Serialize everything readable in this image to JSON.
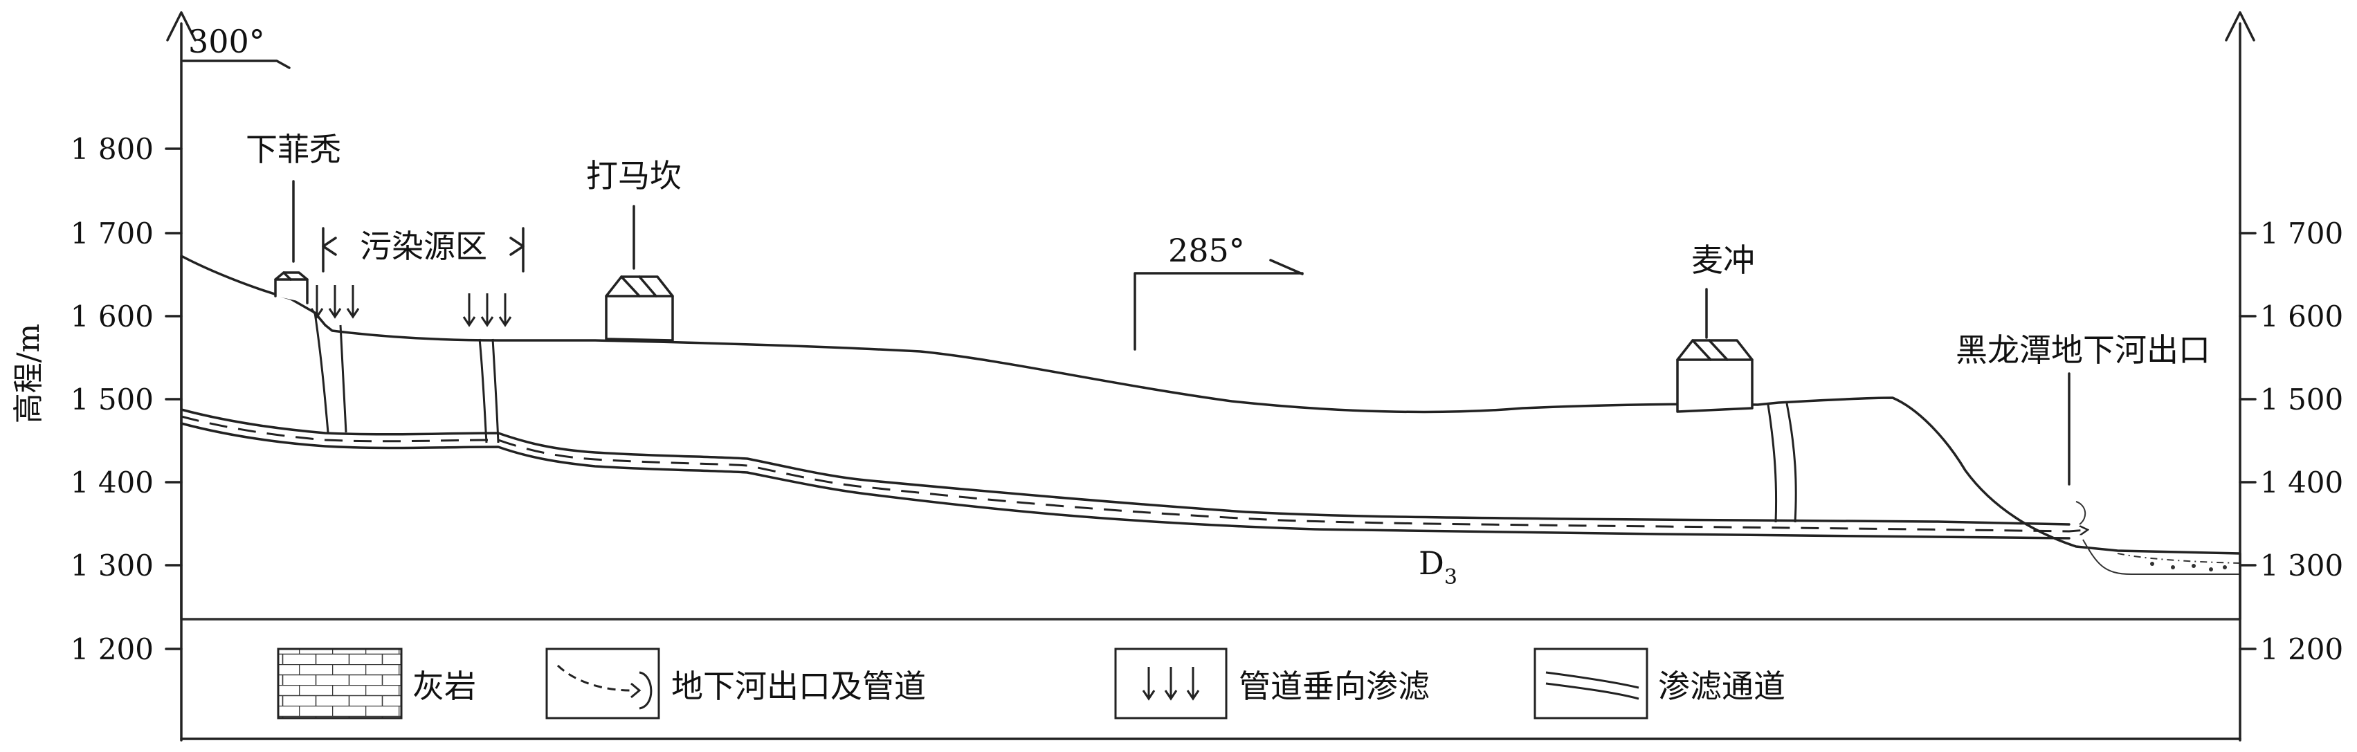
{
  "y_axis": {
    "label": "高程/m",
    "ticks_left": [
      "1 800",
      "1 700",
      "1 600",
      "1 500",
      "1 400",
      "1 300",
      "1 200"
    ],
    "ticks_right": [
      "1 700",
      "1 600",
      "1 500",
      "1 400",
      "1 300",
      "1 200"
    ]
  },
  "direction": {
    "start": "300°",
    "bend": "285°"
  },
  "places": {
    "xiafeitu": "下菲秃",
    "pollution_zone": "污染源区",
    "damakan": "打马坎",
    "maichong": "麦冲",
    "outlet": "黑龙潭地下河出口"
  },
  "stratum": "D",
  "stratum_sub": "3",
  "legend": {
    "limestone": "灰岩",
    "outlet_conduit": "地下河出口及管道",
    "vertical_seepage": "管道垂向渗滤",
    "seepage_channel": "渗滤通道"
  },
  "colors": {
    "line": "#222222",
    "background": "#ffffff"
  }
}
